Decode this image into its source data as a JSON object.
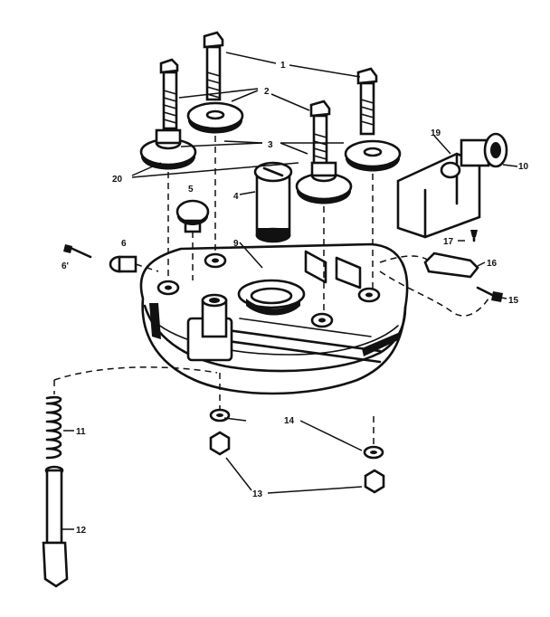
{
  "callouts": [
    "1",
    "2",
    "3",
    "4",
    "5",
    "6",
    "6'",
    "9",
    "10",
    "11",
    "12",
    "13",
    "14",
    "15",
    "16",
    "17",
    "19",
    "20"
  ]
}
